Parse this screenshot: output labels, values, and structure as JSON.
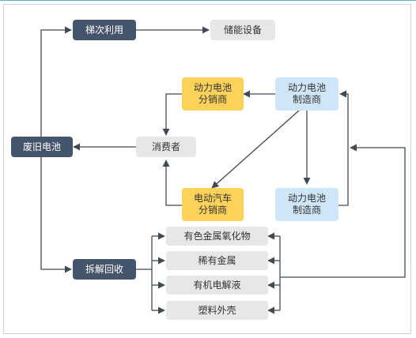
{
  "colors": {
    "dark": "#44546a",
    "gray": "#e7e7e7",
    "yellow": "#fdd25a",
    "blue": "#cfe6f8",
    "line": "#404a55"
  },
  "nodes": {
    "waste_battery": "废旧电池",
    "cascade_use": "梯次利用",
    "energy_storage": "储能设备",
    "consumer": "消费者",
    "battery_distributor": "动力电池\n分销商",
    "battery_maker_top": "动力电池\n制造商",
    "ev_distributor": "电动汽车\n分销商",
    "battery_maker_bottom": "动力电池\n制造商",
    "dismantle_recycle": "拆解回收",
    "metal_oxides": "有色金属氧化物",
    "rare_metals": "稀有金属",
    "electrolyte": "有机电解液",
    "plastic_shell": "塑料外壳"
  }
}
